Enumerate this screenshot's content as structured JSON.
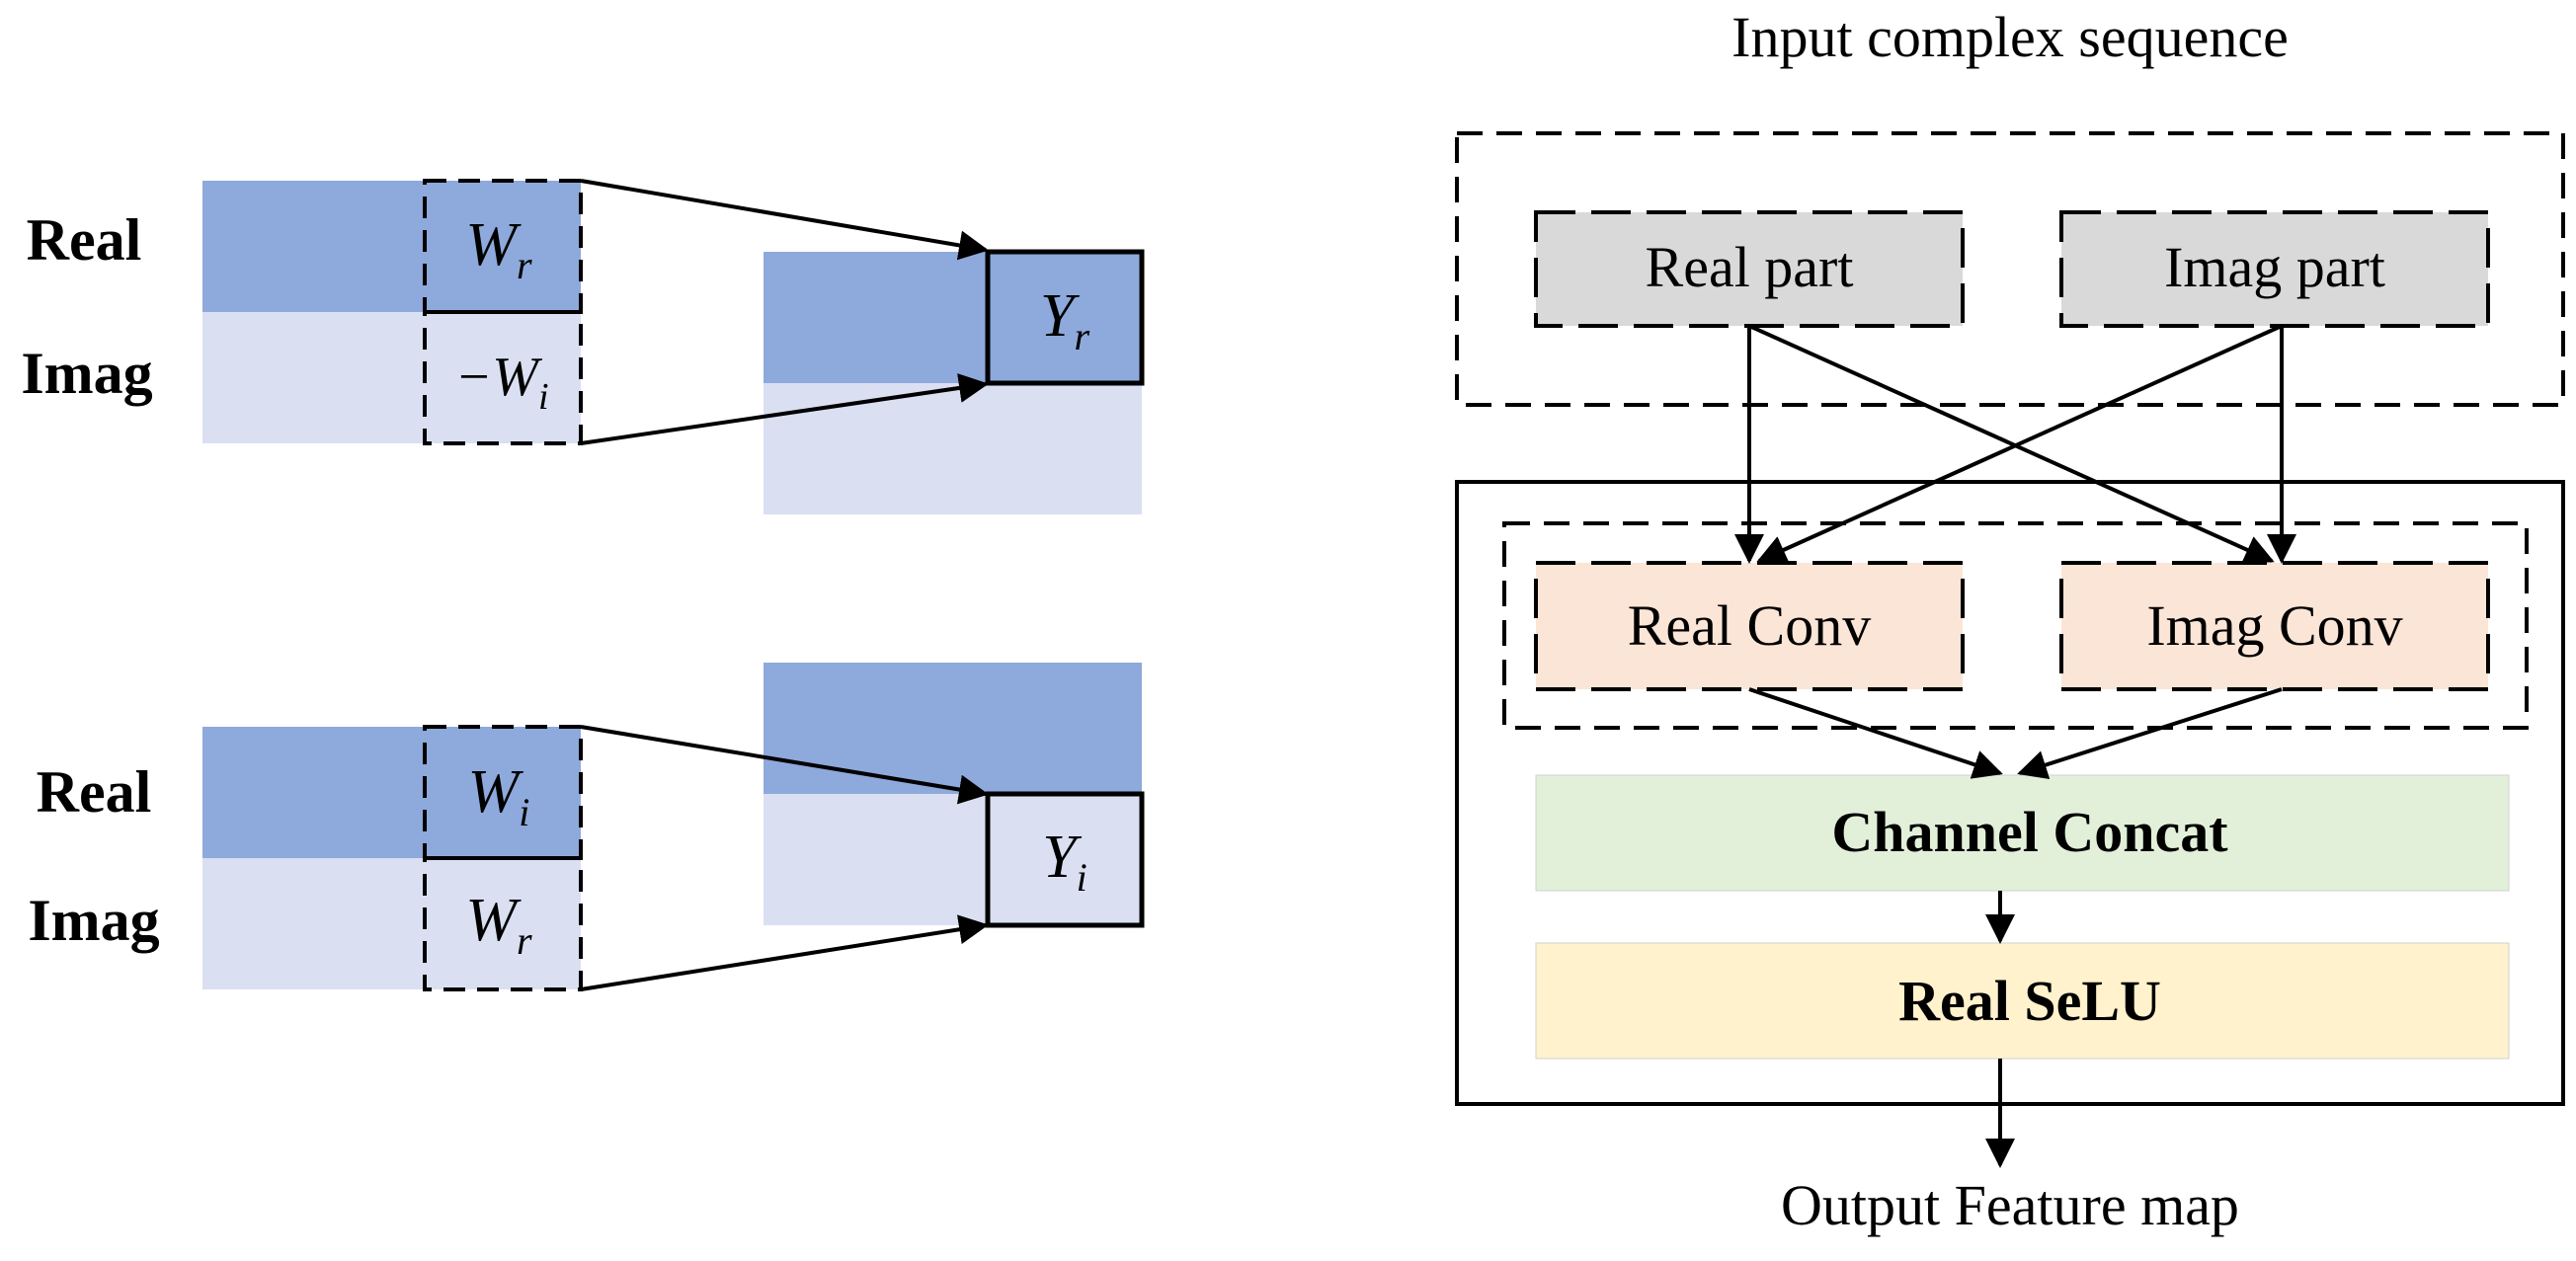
{
  "left": {
    "top_panel": {
      "label_real": "Real",
      "label_imag": "Imag",
      "kernel_real": {
        "base": "W",
        "sub": "r",
        "prefix": ""
      },
      "kernel_imag": {
        "base": "W",
        "sub": "i",
        "prefix": "−"
      },
      "output": {
        "base": "Y",
        "sub": "r"
      }
    },
    "bottom_panel": {
      "label_real": "Real",
      "label_imag": "Imag",
      "kernel_real": {
        "base": "W",
        "sub": "i",
        "prefix": ""
      },
      "kernel_imag": {
        "base": "W",
        "sub": "r",
        "prefix": ""
      },
      "output": {
        "base": "Y",
        "sub": "i"
      }
    }
  },
  "right": {
    "input_label": "Input complex sequence",
    "real_part": "Real part",
    "imag_part": "Imag part",
    "real_conv": "Real Conv",
    "imag_conv": "Imag Conv",
    "channel_concat": "Channel Concat",
    "real_selu": "Real SeLU",
    "output_label": "Output Feature map"
  },
  "colors": {
    "real_block": "#8EA9DB",
    "imag_block": "#DAE0F2",
    "part_box": "#D9D9D9",
    "conv_box": "#FBE5D6",
    "concat_box": "#E2F0D9",
    "selu_box": "#FFF2CC",
    "stroke": "#000000"
  }
}
